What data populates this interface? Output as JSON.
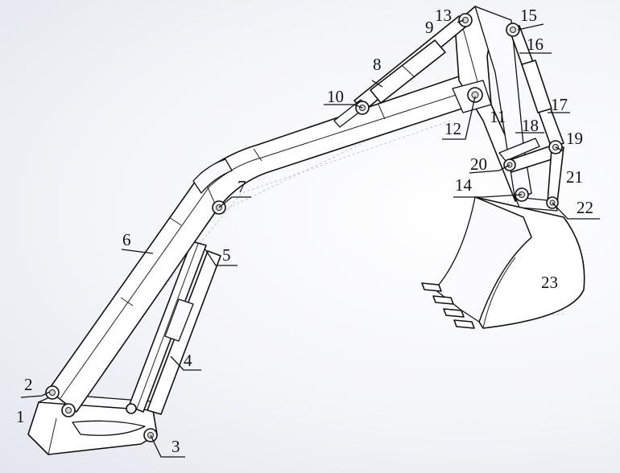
{
  "figure": {
    "labels": [
      "1",
      "2",
      "3",
      "4",
      "5",
      "6",
      "7",
      "8",
      "9",
      "10",
      "11",
      "12",
      "13",
      "14",
      "15",
      "16",
      "17",
      "18",
      "19",
      "20",
      "21",
      "22",
      "23"
    ]
  }
}
